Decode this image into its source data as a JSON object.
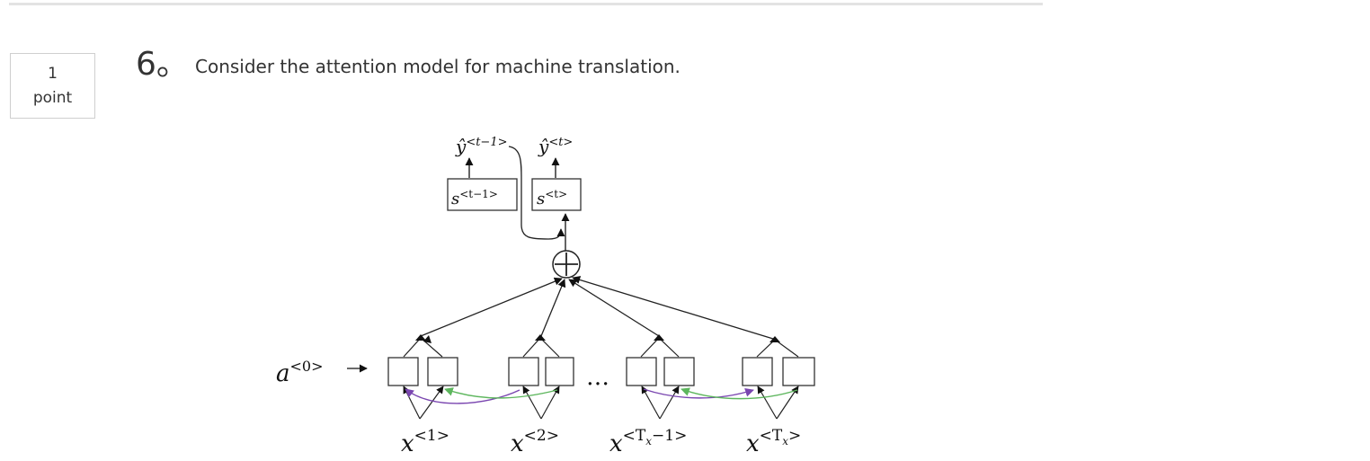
{
  "question": {
    "points_value": "1",
    "points_unit": "point",
    "number": "6。",
    "prompt": "Consider the attention model for machine translation."
  },
  "diagram": {
    "labels": {
      "y_prev_base": "ŷ",
      "y_prev_sup": "<t−1>",
      "y_t_base": "ŷ",
      "y_t_sup": "<t>",
      "s_prev_base": "s",
      "s_prev_sup": "<t−1>",
      "s_t_base": "s",
      "s_t_sup": "<t>",
      "a0_base": "a",
      "a0_sup": "<0>",
      "ellipsis": "…",
      "x1_base": "x",
      "x1_sup": "<1>",
      "x2_base": "x",
      "x2_sup": "<2>",
      "xtm1_base": "x",
      "xtm1_sup_T": "<T",
      "xtm1_sup_sub": "x",
      "xtm1_sup_rest": "−1>",
      "xt_base": "x",
      "xt_sup_T": "<T",
      "xt_sup_sub": "x",
      "xt_sup_rest": ">"
    },
    "colors": {
      "forward_arrow": "#5db65d",
      "backward_arrow": "#7a46b0",
      "line": "#222222"
    }
  }
}
